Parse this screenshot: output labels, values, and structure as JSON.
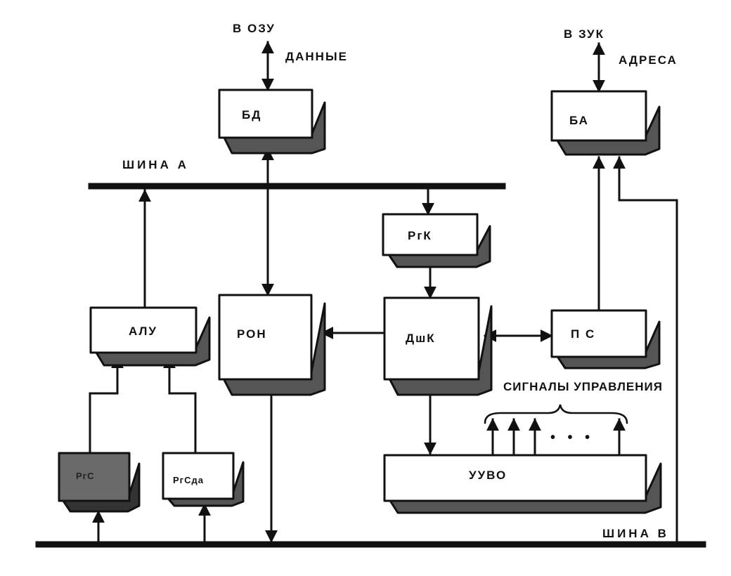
{
  "external": {
    "to_ozu": "В ОЗУ",
    "data": "ДАННЫЕ",
    "to_zuk": "В ЗУК",
    "addresses": "АДРЕСА"
  },
  "buses": {
    "bus_a": "ШИНА А",
    "bus_b": "ШИНА В"
  },
  "blocks": {
    "bd": "БД",
    "ba": "БА",
    "rgk": "РгК",
    "alu": "АЛУ",
    "ron": "РОН",
    "dshk": "ДшК",
    "ps": "П С",
    "uuvo": "УУВО",
    "rgs": "РгС",
    "rgsda": "РгСда"
  },
  "control": {
    "signals": "СИГНАЛЫ УПРАВЛЕНИЯ",
    "ellipsis": "• • •"
  }
}
